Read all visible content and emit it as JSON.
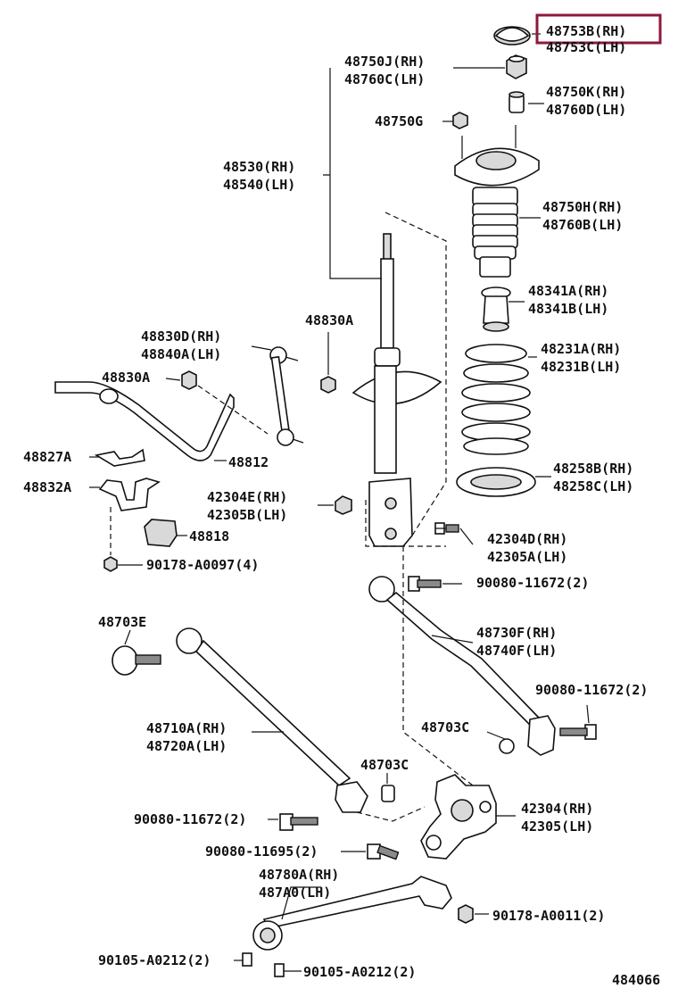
{
  "highlighted_label": "48753B(RH)",
  "highlight_color": "#8b1a3a",
  "diagram_number": "484066",
  "labels": {
    "l48753": [
      "48753B(RH)",
      "48753C(LH)"
    ],
    "l48750j": [
      "48750J(RH)",
      "48760C(LH)"
    ],
    "l48750k": [
      "48750K(RH)",
      "48760D(LH)"
    ],
    "l48750g": [
      "48750G"
    ],
    "l48530": [
      "48530(RH)",
      "48540(LH)"
    ],
    "l48750h": [
      "48750H(RH)",
      "48760B(LH)"
    ],
    "l48341": [
      "48341A(RH)",
      "48341B(LH)"
    ],
    "l48830a_top": [
      "48830A"
    ],
    "l48830d": [
      "48830D(RH)",
      "48840A(LH)"
    ],
    "l48830a_left": [
      "48830A"
    ],
    "l48231": [
      "48231A(RH)",
      "48231B(LH)"
    ],
    "l48827a": [
      "48827A"
    ],
    "l48812": [
      "48812"
    ],
    "l48258": [
      "48258B(RH)",
      "48258C(LH)"
    ],
    "l48832a": [
      "48832A"
    ],
    "l42304e": [
      "42304E(RH)",
      "42305B(LH)"
    ],
    "l48818": [
      "48818"
    ],
    "l42304d": [
      "42304D(RH)",
      "42305A(LH)"
    ],
    "l90178_0097": [
      "90178-A0097(4)"
    ],
    "l90080_11672a": [
      "90080-11672(2)"
    ],
    "l48703e": [
      "48703E"
    ],
    "l48730f": [
      "48730F(RH)",
      "48740F(LH)"
    ],
    "l90080_11672b": [
      "90080-11672(2)"
    ],
    "l48710a": [
      "48710A(RH)",
      "48720A(LH)"
    ],
    "l48703c_right": [
      "48703C"
    ],
    "l48703c_mid": [
      "48703C"
    ],
    "l42304": [
      "42304(RH)",
      "42305(LH)"
    ],
    "l90080_11672c": [
      "90080-11672(2)"
    ],
    "l90080_11695": [
      "90080-11695(2)"
    ],
    "l48780a": [
      "48780A(RH)",
      "487A0(LH)"
    ],
    "l90178_0011": [
      "90178-A0011(2)"
    ],
    "l90105_left": [
      "90105-A0212(2)"
    ],
    "l90105_right": [
      "90105-A0212(2)"
    ]
  }
}
